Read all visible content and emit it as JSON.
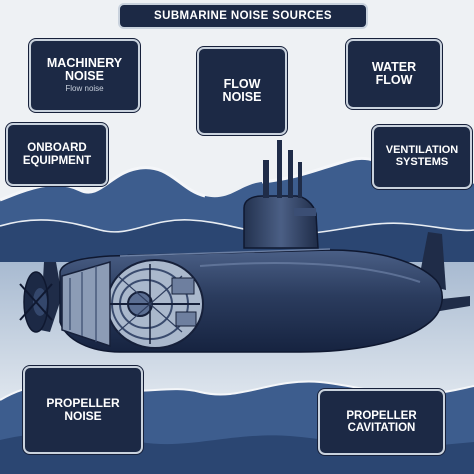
{
  "title": "SUBMARINE NOISE SOURCES",
  "labels": {
    "machinery": "MACHINERY\nNOISE",
    "machinery_sub": "Flow noise",
    "flow": "FLOW\nNOISE",
    "water_flow": "WATER\nFLOW",
    "onboard": "ONBOARD\nEQUIPMENT",
    "ventilation": "VENTILATION\nSYSTEMS",
    "propeller_noise": "PROPELLER\nNOISE",
    "propeller_cavitation": "PROPELLER\nCAVITATION"
  },
  "colors": {
    "box_fill": "#1c2945",
    "box_border": "#c9d2dd",
    "hull": "#2d3f62",
    "water": "#3d5d8e",
    "foam": "#f4f6f9"
  }
}
